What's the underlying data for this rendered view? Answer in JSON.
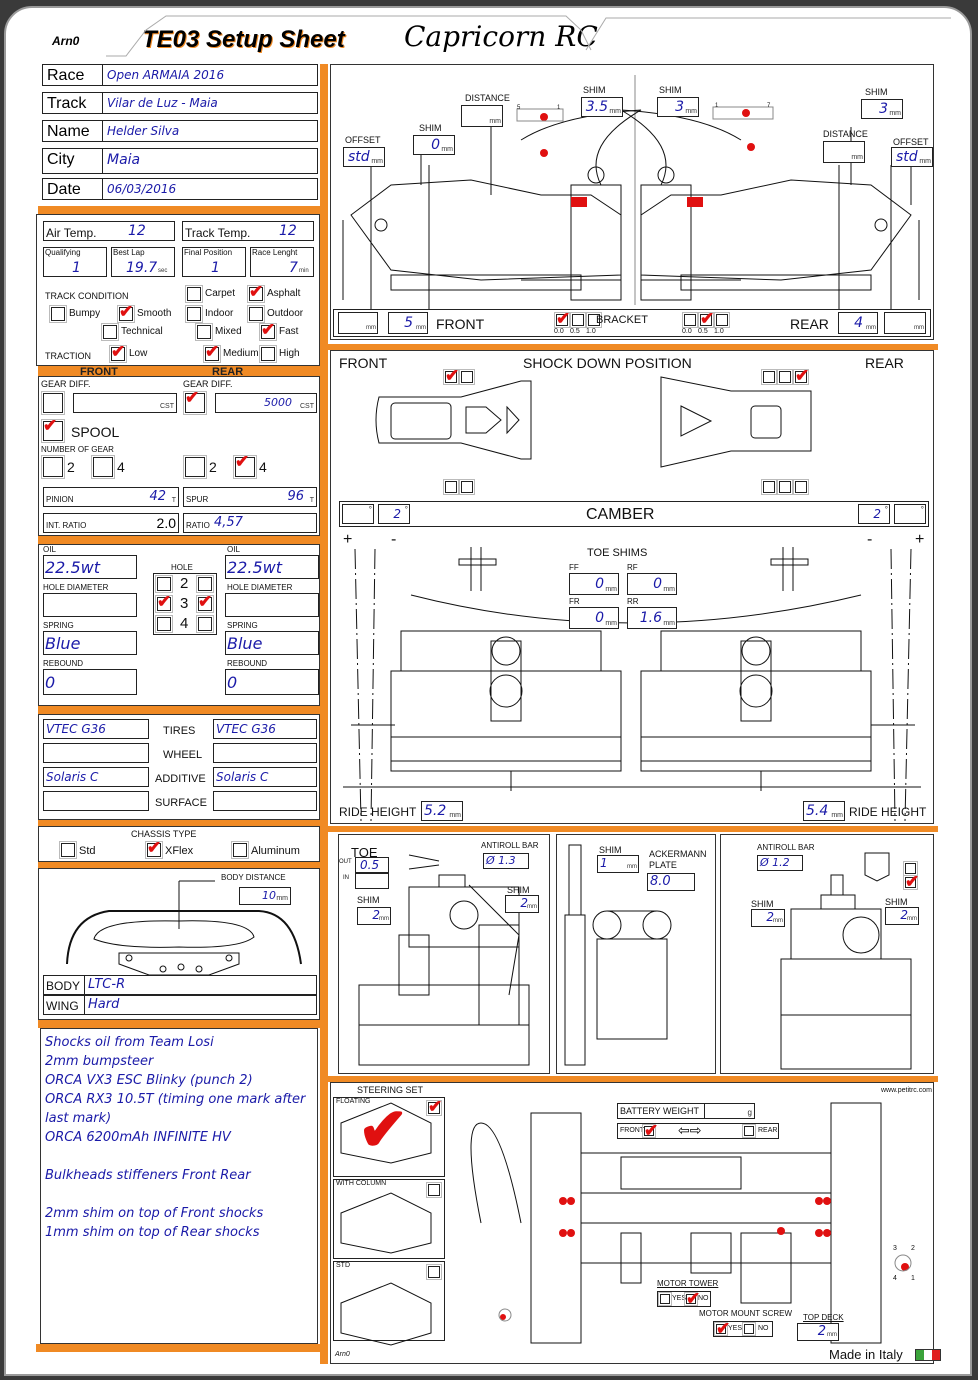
{
  "header": {
    "author_tag": "Arn0",
    "title": "TE03  Setup Sheet",
    "brand": "Capricorn RC"
  },
  "event": {
    "rows": [
      {
        "label": "Race",
        "value": "Open ARMAIA 2016"
      },
      {
        "label": "Track",
        "value": "Vilar de Luz - Maia"
      },
      {
        "label": "Name",
        "value": "Helder Silva"
      },
      {
        "label": "City",
        "value": "Maia"
      },
      {
        "label": "Date",
        "value": "06/03/2016"
      }
    ]
  },
  "conditions": {
    "air_temp_label": "Air Temp.",
    "air_temp": "12",
    "track_temp_label": "Track Temp.",
    "track_temp": "12",
    "qualifying_label": "Qualifying",
    "qualifying": "1",
    "best_lap_label": "Best Lap",
    "best_lap": "19.7",
    "best_lap_unit": "sec",
    "final_position_label": "Final Position",
    "final_position": "1",
    "race_length_label": "Race Lenght",
    "race_length": "7",
    "race_length_unit": "min",
    "track_condition_label": "TRACK CONDITION",
    "traction_label": "TRACTION",
    "options": [
      {
        "label": "Carpet",
        "checked": false
      },
      {
        "label": "Asphalt",
        "checked": true
      },
      {
        "label": "Bumpy",
        "checked": false
      },
      {
        "label": "Smooth",
        "checked": true
      },
      {
        "label": "Indoor",
        "checked": false
      },
      {
        "label": "Outdoor",
        "checked": false
      },
      {
        "label": "Technical",
        "checked": false
      },
      {
        "label": "Mixed",
        "checked": false
      },
      {
        "label": "Fast",
        "checked": true
      },
      {
        "label": "Low",
        "checked": true
      },
      {
        "label": "Medium",
        "checked": true
      },
      {
        "label": "High",
        "checked": false
      }
    ]
  },
  "drivetrain": {
    "front_label": "FRONT",
    "rear_label": "REAR",
    "gear_diff_label": "GEAR DIFF.",
    "front_gear_diff_checked": false,
    "front_gear_diff_value": "",
    "front_unit": "CST",
    "rear_gear_diff_checked": true,
    "rear_gear_diff_value": "5000",
    "rear_unit": "CST",
    "spool_label": "SPOOL",
    "spool_checked": true,
    "number_of_gear_label": "NUMBER OF GEAR",
    "gear_options": [
      {
        "label": "2",
        "checked": false
      },
      {
        "label": "4",
        "checked": false
      },
      {
        "label": "2",
        "checked": false
      },
      {
        "label": "4",
        "checked": true
      }
    ],
    "pinion_label": "PINION",
    "pinion": "42",
    "pinion_unit": "T",
    "spur_label": "SPUR",
    "spur": "96",
    "spur_unit": "T",
    "int_ratio_label": "INT. RATIO",
    "int_ratio": "2.0",
    "ratio_label": "RATIO",
    "ratio": "4,57"
  },
  "shocks": {
    "oil_label": "OIL",
    "hole_label": "HOLE",
    "hole_diameter_label": "HOLE DIAMETER",
    "spring_label": "SPRING",
    "rebound_label": "REBOUND",
    "front": {
      "oil": "22.5wt",
      "hole_diameter": "",
      "spring": "Blue",
      "rebound": "0"
    },
    "rear": {
      "oil": "22.5wt",
      "hole_diameter": "",
      "spring": "Blue",
      "rebound": "0"
    },
    "holes": [
      {
        "num": "2",
        "front": false,
        "rear": false
      },
      {
        "num": "3",
        "front": true,
        "rear": true
      },
      {
        "num": "4",
        "front": false,
        "rear": false
      }
    ]
  },
  "tires": {
    "labels": [
      "TIRES",
      "WHEEL",
      "ADDITIVE",
      "SURFACE"
    ],
    "front": [
      "VTEC G36",
      "",
      "Solaris C",
      ""
    ],
    "rear": [
      "VTEC G36",
      "",
      "Solaris C",
      ""
    ]
  },
  "chassis": {
    "label": "CHASSIS TYPE",
    "options": [
      {
        "label": "Std",
        "checked": false
      },
      {
        "label": "XFlex",
        "checked": true
      },
      {
        "label": "Aluminum",
        "checked": false
      }
    ]
  },
  "body": {
    "body_distance_label": "BODY DISTANCE",
    "body_distance": "10",
    "unit": "mm",
    "body_label": "BODY",
    "body": "LTC-R",
    "wing_label": "WING",
    "wing": "Hard"
  },
  "notes": [
    "Shocks oil from Team Losi",
    "2mm bumpsteer",
    "ORCA VX3 ESC Blinky (punch 2)",
    "ORCA RX3 10.5T (timing one mark after last mark)",
    "ORCA 6200mAh INFINITE HV",
    "",
    "Bulkheads stiffeners Front Rear",
    "",
    "2mm shim on top of Front shocks",
    "1mm shim on top of Rear shocks"
  ],
  "suspension_top": {
    "offset_label": "OFFSET",
    "shim_label": "SHIM",
    "distance_label": "DISTANCE",
    "unit": "mm",
    "front_offset": "std",
    "front_shim_inner": "0",
    "front_distance": "",
    "front_shim_upper": "3.5",
    "rear_shim_upper": "3",
    "rear_distance": "",
    "rear_shim": "3",
    "rear_offset": "std",
    "front_link_positions": [
      "5",
      "1"
    ],
    "rear_link_positions": [
      "1",
      "7"
    ],
    "front_label": "FRONT",
    "rear_label": "REAR",
    "bracket_label": "BRACKET",
    "front_bottom_left": "",
    "front_bottom": "5",
    "rear_bottom": "4",
    "rear_bottom_right": "",
    "bracket_values": [
      "0.0",
      "0.5",
      "1.0"
    ],
    "front_bracket": 0,
    "rear_bracket": 1
  },
  "shock_down": {
    "title": "SHOCK DOWN POSITION",
    "front_label": "FRONT",
    "rear_label": "REAR",
    "front_top": [
      true,
      false
    ],
    "front_bottom": [
      false,
      false
    ],
    "rear_top": [
      false,
      false,
      true
    ],
    "rear_bottom": [
      false,
      false,
      false
    ]
  },
  "camber": {
    "title": "CAMBER",
    "unit": "°",
    "front_outer": "",
    "front": "2",
    "rear": "2",
    "rear_outer": "",
    "plus": "+",
    "minus": "-"
  },
  "toe_shims": {
    "title": "TOE SHIMS",
    "unit": "mm",
    "ff_label": "FF",
    "ff": "0",
    "rf_label": "RF",
    "rf": "0",
    "fr_label": "FR",
    "fr": "0",
    "rr_label": "RR",
    "rr": "1.6"
  },
  "ride_height": {
    "label": "RIDE HEIGHT",
    "unit": "mm",
    "front": "5.2",
    "rear": "5.4"
  },
  "front_detail": {
    "toe_label": "TOE",
    "out_label": "OUT",
    "in_label": "IN",
    "toe_out": "0.5",
    "toe_in": "",
    "antiroll_label": "ANTIROLL BAR",
    "antiroll": "Ø 1.3",
    "shim_label": "SHIM",
    "shim_left": "2",
    "shim_right": "2",
    "unit": "mm"
  },
  "steering_detail": {
    "shim_label": "SHIM",
    "shim": "1",
    "unit": "mm",
    "ackermann_label": "ACKERMANN PLATE",
    "ackermann": "8.0"
  },
  "rear_detail": {
    "antiroll_label": "ANTIROLL BAR",
    "antiroll": "Ø 1.2",
    "shim_label": "SHIM",
    "shim_left": "2",
    "shim_right": "2",
    "unit": "mm",
    "mount_options": [
      false,
      true
    ]
  },
  "bottom": {
    "steering_set_label": "STEERING SET",
    "steering_options": [
      {
        "label": "FLOATING",
        "checked": true
      },
      {
        "label": "WITH COLUMN",
        "checked": false
      },
      {
        "label": "STD",
        "checked": false
      }
    ],
    "battery_weight_label": "BATTERY WEIGHT",
    "battery_weight": "",
    "battery_unit": "g",
    "battery_front_label": "FRONT",
    "battery_front": true,
    "battery_rear_label": "REAR",
    "battery_rear": false,
    "website": "www.petitrc.com",
    "motor_tower_label": "MOTOR TOWER",
    "motor_tower_yes": false,
    "motor_tower_no": true,
    "motor_mount_label": "MOTOR MOUNT SCREW",
    "motor_mount_yes": true,
    "motor_mount_no": false,
    "yes_label": "YES",
    "no_label": "NO",
    "top_deck_label": "TOP DECK",
    "top_deck": "2",
    "unit": "mm",
    "position_labels": [
      "1",
      "2",
      "3",
      "4"
    ],
    "footer_tag": "Arn0",
    "made_in": "Made in Italy",
    "flag_colors": [
      "#3aa33a",
      "#ffffff",
      "#e02020"
    ]
  },
  "colors": {
    "accent": "#f08a24",
    "value_text": "#1a1aa8",
    "check": "#e01010"
  }
}
